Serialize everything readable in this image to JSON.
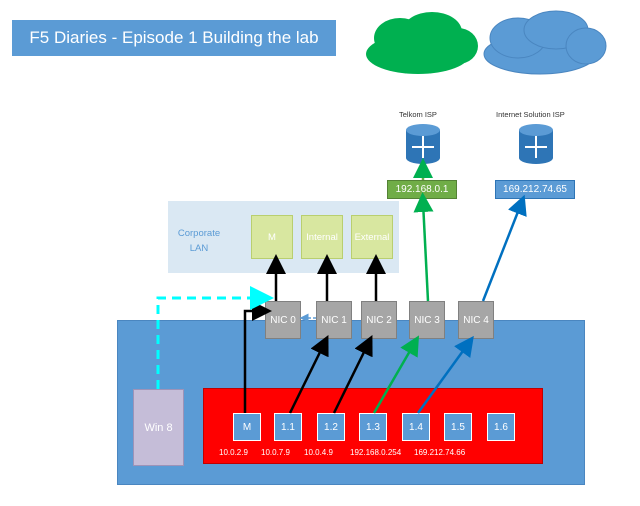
{
  "title": "F5 Diaries - Episode 1 Building the lab",
  "clouds": [
    {
      "name": "cloud-green",
      "color": "#00b050"
    },
    {
      "name": "cloud-blue",
      "color": "#5b9bd5"
    }
  ],
  "isps": [
    {
      "name": "Telkom ISP",
      "ip": "192.168.0.1"
    },
    {
      "name": "Internet Solution ISP",
      "ip": "169.212.74.65"
    }
  ],
  "corporate_lan": {
    "label": "Corporate LAN",
    "ports": [
      "M",
      "Internal",
      "External"
    ]
  },
  "nics": [
    "NIC 0",
    "NIC 1",
    "NIC 2",
    "NIC 3",
    "NIC 4"
  ],
  "win8": "Win 8",
  "vms": [
    "M",
    "1.1",
    "1.2",
    "1.3",
    "1.4",
    "1.5",
    "1.6"
  ],
  "ips": [
    "10.0.2.9",
    "10.0.7.9",
    "10.0.4.9",
    "192.168.0.254",
    "169.212.74.66"
  ],
  "colors": {
    "blue": "#5b9bd5",
    "green": "#70ad47",
    "red": "#ff0000",
    "gray": "#a6a6a6"
  }
}
